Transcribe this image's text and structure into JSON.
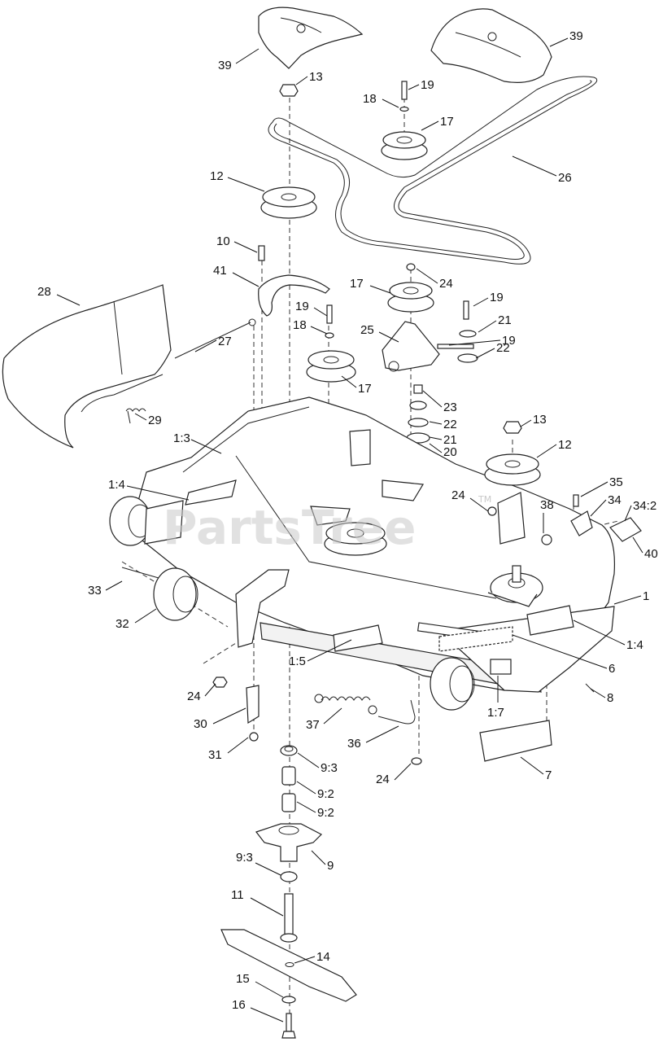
{
  "watermark": "PartsTree",
  "watermark_tm": "TM",
  "callouts": [
    {
      "id": "c39a",
      "text": "39"
    },
    {
      "id": "c39b",
      "text": "39"
    },
    {
      "id": "c13a",
      "text": "13"
    },
    {
      "id": "c19a",
      "text": "19"
    },
    {
      "id": "c18a",
      "text": "18"
    },
    {
      "id": "c17a",
      "text": "17"
    },
    {
      "id": "c26",
      "text": "26"
    },
    {
      "id": "c12a",
      "text": "12"
    },
    {
      "id": "c10",
      "text": "10"
    },
    {
      "id": "c41",
      "text": "41"
    },
    {
      "id": "c17b",
      "text": "17"
    },
    {
      "id": "c24a",
      "text": "24"
    },
    {
      "id": "c28",
      "text": "28"
    },
    {
      "id": "c19b",
      "text": "19"
    },
    {
      "id": "c19c",
      "text": "19"
    },
    {
      "id": "c21a",
      "text": "21"
    },
    {
      "id": "c18b",
      "text": "18"
    },
    {
      "id": "c25",
      "text": "25"
    },
    {
      "id": "c19d",
      "text": "19"
    },
    {
      "id": "c27",
      "text": "27"
    },
    {
      "id": "c22a",
      "text": "22"
    },
    {
      "id": "c17c",
      "text": "17"
    },
    {
      "id": "c23",
      "text": "23"
    },
    {
      "id": "c29",
      "text": "29"
    },
    {
      "id": "c22b",
      "text": "22"
    },
    {
      "id": "c13b",
      "text": "13"
    },
    {
      "id": "c1_3",
      "text": "1:3"
    },
    {
      "id": "c21b",
      "text": "21"
    },
    {
      "id": "c20",
      "text": "20"
    },
    {
      "id": "c12b",
      "text": "12"
    },
    {
      "id": "c1_4a",
      "text": "1:4"
    },
    {
      "id": "c35",
      "text": "35"
    },
    {
      "id": "c24b",
      "text": "24"
    },
    {
      "id": "c34",
      "text": "34"
    },
    {
      "id": "c34_2",
      "text": "34:2"
    },
    {
      "id": "c38",
      "text": "38"
    },
    {
      "id": "c40",
      "text": "40"
    },
    {
      "id": "c33",
      "text": "33"
    },
    {
      "id": "c1",
      "text": "1"
    },
    {
      "id": "c32",
      "text": "32"
    },
    {
      "id": "c1_4b",
      "text": "1:4"
    },
    {
      "id": "c1_5",
      "text": "1:5"
    },
    {
      "id": "c6",
      "text": "6"
    },
    {
      "id": "c24c",
      "text": "24"
    },
    {
      "id": "c8",
      "text": "8"
    },
    {
      "id": "c30",
      "text": "30"
    },
    {
      "id": "c37",
      "text": "37"
    },
    {
      "id": "c1_7",
      "text": "1:7"
    },
    {
      "id": "c36",
      "text": "36"
    },
    {
      "id": "c31",
      "text": "31"
    },
    {
      "id": "c9_3a",
      "text": "9:3"
    },
    {
      "id": "c7",
      "text": "7"
    },
    {
      "id": "c24d",
      "text": "24"
    },
    {
      "id": "c9_2a",
      "text": "9:2"
    },
    {
      "id": "c9_2b",
      "text": "9:2"
    },
    {
      "id": "c9_3b",
      "text": "9:3"
    },
    {
      "id": "c9",
      "text": "9"
    },
    {
      "id": "c11",
      "text": "11"
    },
    {
      "id": "c14",
      "text": "14"
    },
    {
      "id": "c15",
      "text": "15"
    },
    {
      "id": "c16",
      "text": "16"
    }
  ]
}
